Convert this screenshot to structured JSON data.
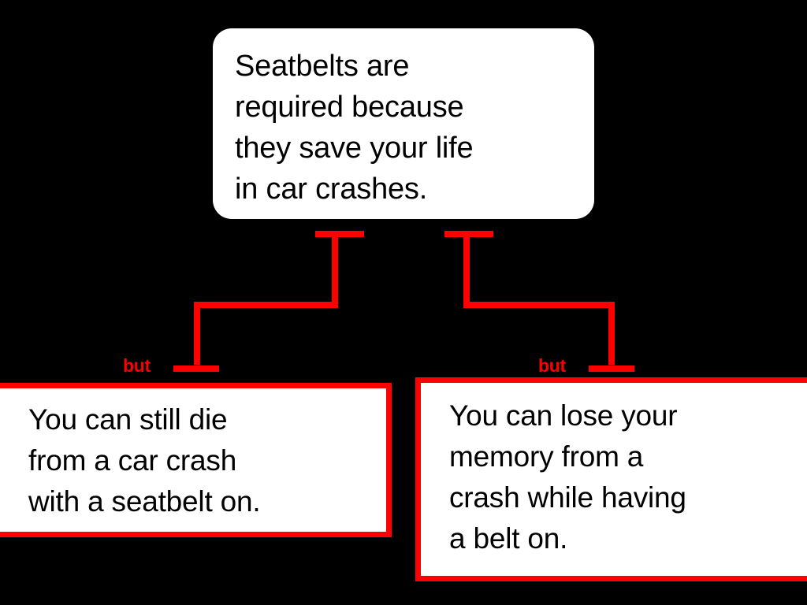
{
  "diagram": {
    "type": "argument-map",
    "background_color": "#000000",
    "accent_color": "#ff0000",
    "box_fill_color": "#ffffff",
    "text_color": "#000000",
    "claim": {
      "text": "Seatbelts are\nrequired because\nthey save your life\nin car crashes."
    },
    "connectors": [
      {
        "id": "left-branch",
        "relation": "but"
      },
      {
        "id": "right-branch",
        "relation": "but"
      }
    ],
    "labels": {
      "left_relation": "but",
      "right_relation": "but"
    },
    "rebuttals": [
      {
        "id": "left-rebuttal",
        "relation": "but",
        "text": "You can still die\nfrom a car crash\nwith a seatbelt on."
      },
      {
        "id": "right-rebuttal",
        "relation": "but",
        "text": "You can lose your\nmemory from a\ncrash while having\na belt on."
      }
    ]
  }
}
